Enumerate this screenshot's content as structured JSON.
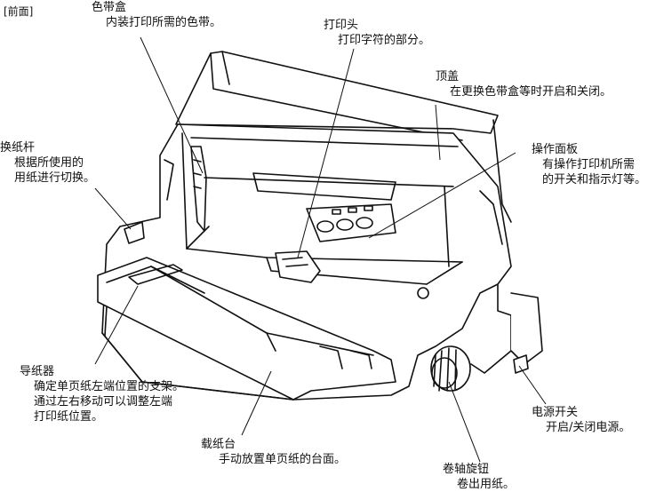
{
  "page_tag": "[前面]",
  "labels": {
    "ribbon_cartridge": {
      "title": "色带盒",
      "desc": [
        "内装打印所需的色带。"
      ]
    },
    "print_head": {
      "title": "打印头",
      "desc": [
        "打印字符的部分。"
      ]
    },
    "top_cover": {
      "title": "顶盖",
      "desc": [
        "在更换色带盒等时开启和关闭。"
      ]
    },
    "paper_lever": {
      "title": "换纸杆",
      "desc": [
        "根据所使用的",
        "用纸进行切换。"
      ]
    },
    "control_panel": {
      "title": "操作面板",
      "desc": [
        "有操作打印机所需",
        "的开关和指示灯等。"
      ]
    },
    "paper_guide": {
      "title": "导纸器",
      "desc": [
        "确定单页纸左端位置的支架。",
        "通过左右移动可以调整左端",
        "打印纸位置。"
      ]
    },
    "paper_table": {
      "title": "载纸台",
      "desc": [
        "手动放置单页纸的台面。"
      ]
    },
    "platen_knob": {
      "title": "卷轴旋钮",
      "desc": [
        "卷出用纸。"
      ]
    },
    "power_switch": {
      "title": "电源开关",
      "desc": [
        "开启/关闭电源。"
      ]
    }
  },
  "colors": {
    "ink": "#111111",
    "paper": "#ffffff"
  }
}
